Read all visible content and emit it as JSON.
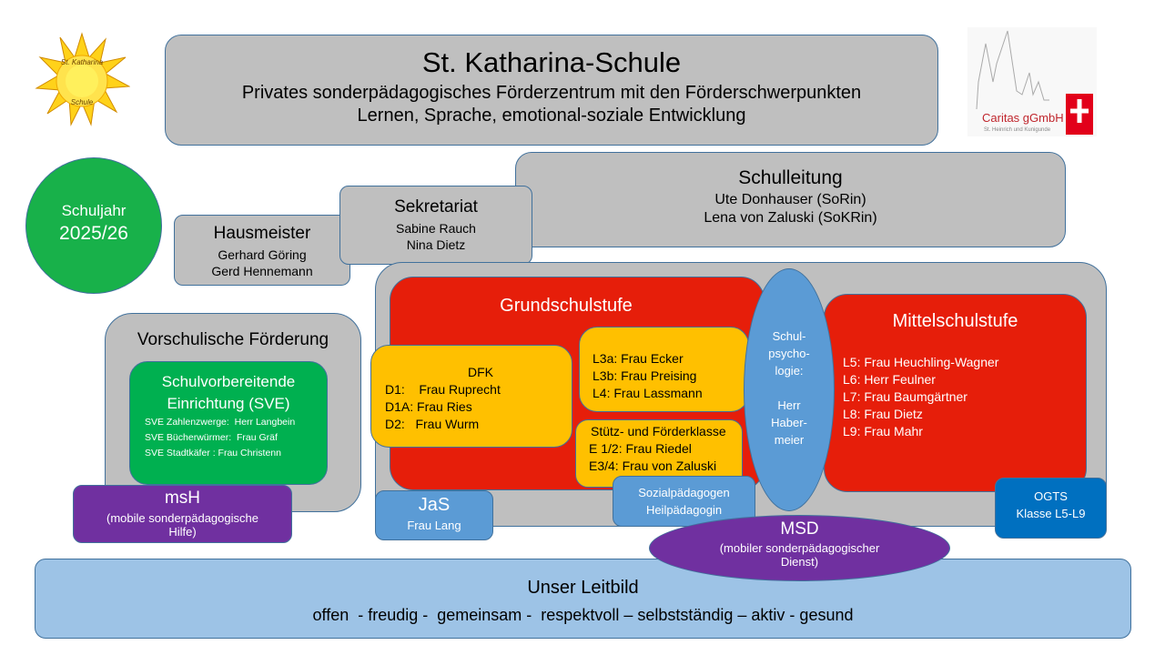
{
  "logo_sun": {
    "text_top": "St. Katharina",
    "text_bottom": "Schule"
  },
  "logo_caritas": {
    "name": "Caritas gGmbH",
    "sub": "St. Heinrich und Kunigunde",
    "badge": "caritas"
  },
  "header": {
    "title": "St. Katharina-Schule",
    "line1": "Privates sonderpädagogisches Förderzentrum mit den Förderschwerpunkten",
    "line2": "Lernen, Sprache, emotional-soziale Entwicklung"
  },
  "schuljahr": {
    "label": "Schuljahr",
    "year": "2025/26"
  },
  "hausmeister": {
    "title": "Hausmeister",
    "names": [
      "Gerhard Göring",
      "Gerd Hennemann"
    ]
  },
  "sekretariat": {
    "title": "Sekretariat",
    "names": [
      "Sabine Rauch",
      "Nina Dietz"
    ]
  },
  "schulleitung": {
    "title": "Schulleitung",
    "names": [
      "Ute Donhauser (SoRin)",
      "Lena von Zaluski (SoKRin)"
    ]
  },
  "grundschulstufe": {
    "title": "Grundschulstufe"
  },
  "dfk": {
    "title": "DFK",
    "items": [
      "D1:    Frau Ruprecht",
      "D1A: Frau Ries",
      "D2:   Frau Wurm"
    ]
  },
  "l3": {
    "items": [
      "L3a: Frau Ecker",
      "L3b: Frau Preising",
      "L4: Frau Lassmann"
    ]
  },
  "stuetz": {
    "title": "Stütz- und Förderklasse",
    "items": [
      "E 1/2: Frau Riedel",
      "E3/4: Frau von Zaluski"
    ]
  },
  "psych": {
    "lines": [
      "Schul-",
      "psycho-",
      "logie:",
      "",
      "Herr",
      "Haber-",
      "meier"
    ]
  },
  "mittelschulstufe": {
    "title": "Mittelschulstufe",
    "items": [
      "L5: Frau Heuchling-Wagner",
      "L6: Herr Feulner",
      "L7: Frau Baumgärtner",
      "L8: Frau Dietz",
      "L9: Frau Mahr"
    ]
  },
  "vorschulisch": {
    "title": "Vorschulische Förderung"
  },
  "sve": {
    "title1": "Schulvorbereitende",
    "title2": "Einrichtung (SVE)",
    "items": [
      "SVE Zahlenzwerge:  Herr Langbein",
      "SVE Bücherwürmer:  Frau Gräf",
      "SVE Stadtkäfer : Frau Christenn"
    ]
  },
  "msh": {
    "title": "msH",
    "sub1": "(mobile sonderpädagogische",
    "sub2": "Hilfe)"
  },
  "jas": {
    "title": "JaS",
    "name": "Frau Lang"
  },
  "sozial": {
    "line1": "Sozialpädagogen",
    "line2": "Heilpädagogin"
  },
  "ogts": {
    "line1": "OGTS",
    "line2": "Klasse L5-L9"
  },
  "msd": {
    "title": "MSD",
    "sub1": "(mobiler sonderpädagogischer",
    "sub2": "Dienst)"
  },
  "leitbild": {
    "title": "Unser Leitbild",
    "values": "offen  - freudig -  gemeinsam -  respektvoll – selbstständig – aktiv - gesund"
  }
}
